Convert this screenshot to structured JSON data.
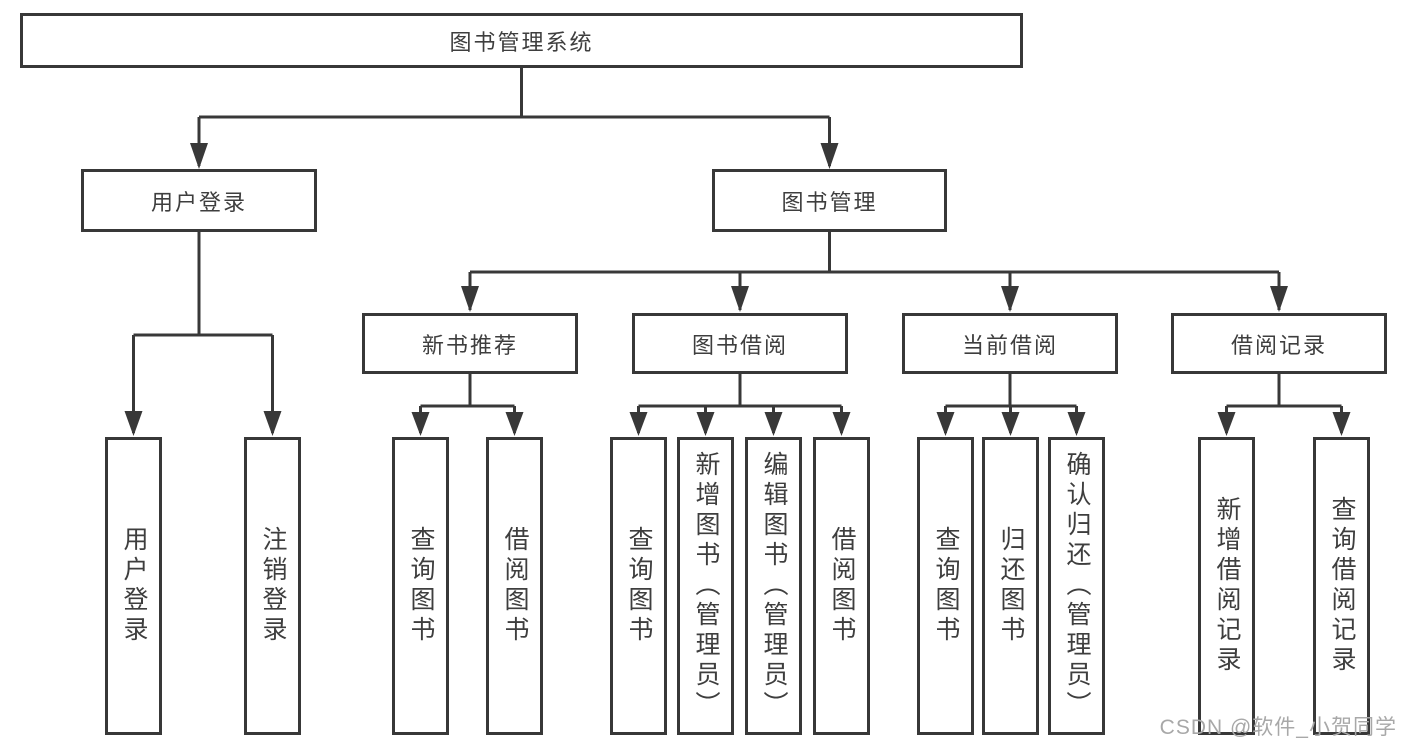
{
  "diagram": {
    "root": {
      "label": "图书管理系统"
    },
    "level2": [
      {
        "label": "用户登录"
      },
      {
        "label": "图书管理"
      }
    ],
    "level3": [
      {
        "label": "新书推荐",
        "parent": "图书管理"
      },
      {
        "label": "图书借阅",
        "parent": "图书管理"
      },
      {
        "label": "当前借阅",
        "parent": "图书管理"
      },
      {
        "label": "借阅记录",
        "parent": "图书管理"
      }
    ],
    "leaves": [
      {
        "label": "用户登录",
        "parent": "用户登录"
      },
      {
        "label": "注销登录",
        "parent": "用户登录"
      },
      {
        "label": "查询图书",
        "parent": "新书推荐"
      },
      {
        "label": "借阅图书",
        "parent": "新书推荐"
      },
      {
        "label": "查询图书",
        "parent": "图书借阅"
      },
      {
        "label": "新增图书（管理员）",
        "parent": "图书借阅"
      },
      {
        "label": "编辑图书（管理员）",
        "parent": "图书借阅"
      },
      {
        "label": "借阅图书",
        "parent": "图书借阅"
      },
      {
        "label": "查询图书",
        "parent": "当前借阅"
      },
      {
        "label": "归还图书",
        "parent": "当前借阅"
      },
      {
        "label": "确认归还（管理员）",
        "parent": "当前借阅"
      },
      {
        "label": "新增借阅记录",
        "parent": "借阅记录"
      },
      {
        "label": "查询借阅记录",
        "parent": "借阅记录"
      }
    ]
  },
  "watermark": {
    "text": "CSDN @软件_小贺同学"
  },
  "colors": {
    "line": "#383838",
    "text": "#3e3e3e",
    "watermark": "#a8a8a8",
    "background": "#ffffff"
  }
}
